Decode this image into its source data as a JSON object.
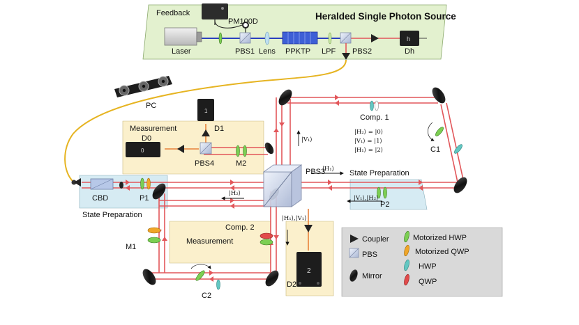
{
  "colors": {
    "green_panel": "#e3f1cf",
    "yellow_panel": "#fbf0cc",
    "blue_panel": "#d6ebf3",
    "gray_panel": "#d9d9d9",
    "beam_red": "#e2565a",
    "fiber_yellow": "#e6b422",
    "pump_blue": "#2a3fbf",
    "hwp_green": "#7ccf53",
    "qwp_red": "#e24b4b",
    "plain_hwp_cyan": "#63c7c2",
    "qwp_orange": "#f0a628"
  },
  "source": {
    "title": "Heralded Single Photon Source",
    "feedback": "Feedback",
    "pm": "PM100D",
    "laser": "Laser",
    "pbs1": "PBS1",
    "lens": "Lens",
    "ppktp": "PPKTP",
    "lpf": "LPF",
    "pbs2": "PBS2",
    "dh": "Dh",
    "dh_glyph": "h"
  },
  "labels": {
    "pc": "PC",
    "measurement_top": "Measurement",
    "d1": "D1",
    "d1_glyph": "1",
    "d0": "D0",
    "d0_glyph": "0",
    "pbs4": "PBS4",
    "m2": "M2",
    "comp1": "Comp. 1",
    "c1": "C1",
    "pbs3": "PBS3",
    "state_prep_right": "State Preparation",
    "p2": "P2",
    "cbd": "CBD",
    "p1": "P1",
    "state_prep_left": "State Preparation",
    "comp2": "Comp. 2",
    "m1": "M1",
    "measurement_bottom": "Measurement",
    "c2": "C2",
    "d2": "D2",
    "d2_glyph": "2"
  },
  "math": {
    "v1": "|V₁⟩",
    "h1": "|H₁⟩",
    "h2": "|H₂⟩",
    "v1h2": "|V₁⟩,|H₂⟩",
    "h1v1": "|H₁⟩,|V₁⟩",
    "map_h2": "|H₂⟩ = |0⟩",
    "map_v1": "|V₁⟩ = |1⟩",
    "map_h1": "|H₁⟩ = |2⟩"
  },
  "legend": {
    "coupler": "Coupler",
    "pbs": "PBS",
    "mirror": "Mirror",
    "motorized_hwp": "Motorized HWP",
    "motorized_qwp": "Motorized QWP",
    "hwp": "HWP",
    "qwp": "QWP"
  }
}
